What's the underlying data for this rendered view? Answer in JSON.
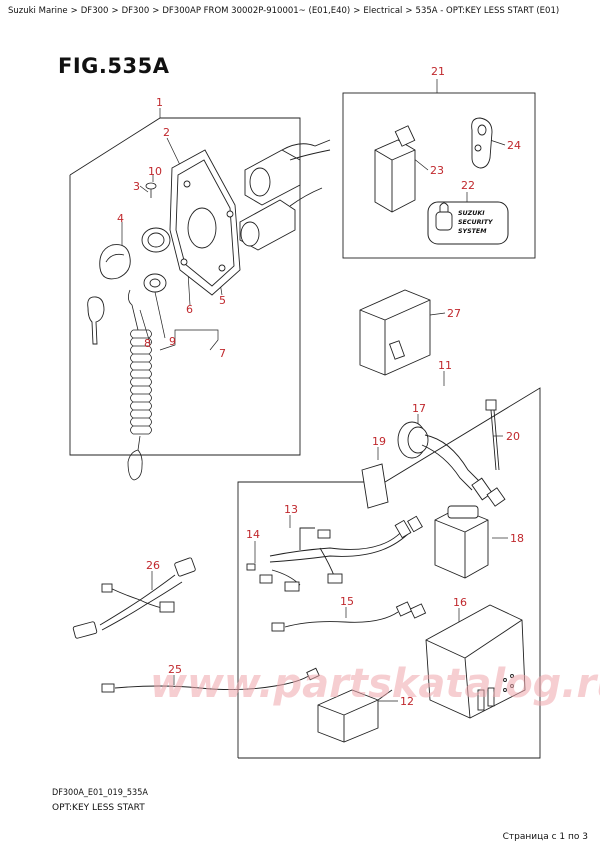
{
  "breadcrumb": [
    "Suzuki Marine",
    "DF300",
    "DF300",
    "DF300AP FROM 30002P-910001~  (E01,E40)",
    "Electrical",
    "535A - OPT:KEY LESS START (E01)"
  ],
  "breadcrumb_sep": ">",
  "figure_title": "FIG.535A",
  "callouts": {
    "c1": "1",
    "c2": "2",
    "c3": "3",
    "c4": "4",
    "c5": "5",
    "c6": "6",
    "c7": "7",
    "c8": "8",
    "c9": "9",
    "c10": "10",
    "c11": "11",
    "c12": "12",
    "c13": "13",
    "c14": "14",
    "c15": "15",
    "c16": "16",
    "c17": "17",
    "c18": "18",
    "c19": "19",
    "c20": "20",
    "c21": "21",
    "c22": "22",
    "c23": "23",
    "c24": "24",
    "c25": "25",
    "c26": "26",
    "c27": "27"
  },
  "badge_text": [
    "SUZUKI",
    "SECURITY",
    "SYSTEM"
  ],
  "watermark": "www.partskatalog.ru",
  "footer_code": "DF300A_E01_019_535A",
  "footer_name": "OPT:KEY LESS START",
  "pager": "Страница с 1 по 3",
  "colors": {
    "callout": "#c0282d",
    "line": "#222222",
    "watermark": "#f0a7ad"
  }
}
